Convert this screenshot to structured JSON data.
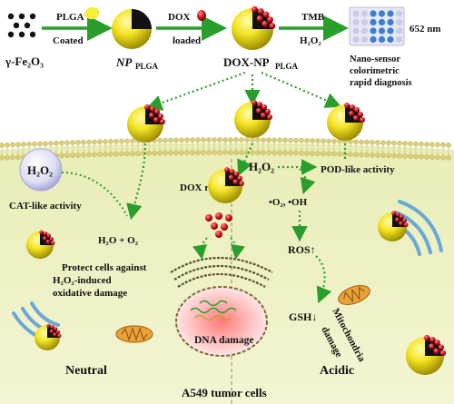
{
  "top_row": {
    "fe_label": "γ-Fe₂O₃",
    "step1_top": "PLGA",
    "step1_bottom": "Coated",
    "np_label_main": "NP",
    "np_label_sub": "PLGA",
    "step2_top": "DOX",
    "step2_bottom": "loaded",
    "doxnp_label_main": "DOX-NP",
    "doxnp_label_sub": "PLGA",
    "step3_top": "TMB",
    "step3_bottom": "H₂O₂",
    "wavelength": "652 nm",
    "sensor_label_1": "Nano-sensor",
    "sensor_label_2": "colorimetric",
    "sensor_label_3": "rapid diagnosis"
  },
  "neutral_panel": {
    "h2o2": "H₂O₂",
    "cat_activity": "CAT-like activity",
    "products": "H₂O + O₂",
    "protect_1": "Protect cells against",
    "protect_2": "H₂O₂-induced",
    "protect_3": "oxidative damage",
    "title": "Neutral"
  },
  "center_panel": {
    "dox_release": "DOX release",
    "dna_damage": "DNA damage",
    "cell_label": "A549  tumor cells"
  },
  "acidic_panel": {
    "h2o2": "H₂O₂",
    "pod_activity": "POD-like  activity",
    "radicals": "•O₂, •OH",
    "ros": "ROS↑",
    "gsh": "GSH↓",
    "mito_1": "Mitochondria",
    "mito_2": "damage",
    "title": "Acidic"
  },
  "colors": {
    "cell_fill": "#eef2c4",
    "membrane": "#e2d88a",
    "sphere": "#f2e21e",
    "dox": "#c8141e",
    "arrow": "#2a9e2a"
  }
}
